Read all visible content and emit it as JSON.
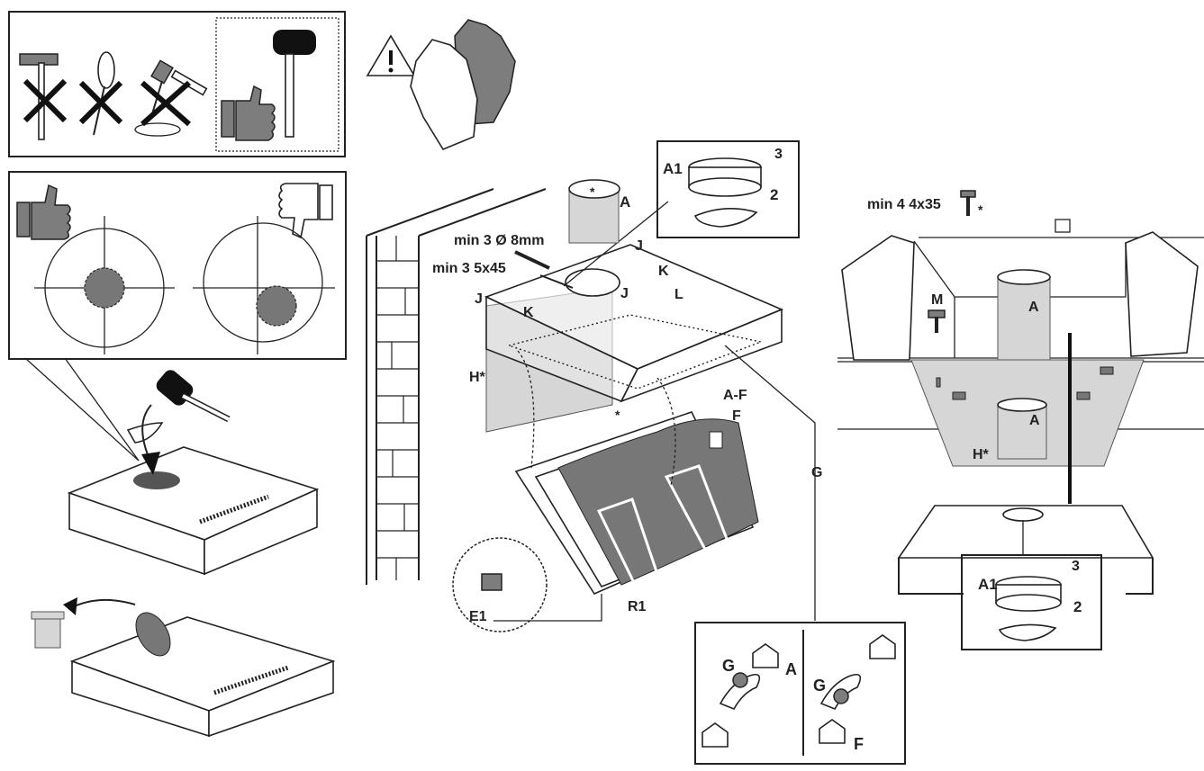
{
  "labels": {
    "A": "A",
    "A1": "A1",
    "n2": "2",
    "n3": "3",
    "J": "J",
    "K": "K",
    "L": "L",
    "M": "M",
    "H": "H*",
    "AF": "A-F",
    "F": "F",
    "G": "G",
    "R1": "R1",
    "E1": "E1",
    "star": "*"
  },
  "specs": {
    "anchor": "min 3 Ø 8mm",
    "screw": "min 3 5x45",
    "ceiling_screw": "min 4 4x35"
  },
  "icons": [
    "hammer-icon",
    "screwdriver-icon",
    "drill-icon",
    "mallet-icon",
    "thumbs-up-icon",
    "thumbs-down-icon",
    "warning-icon",
    "gloves-icon",
    "trash-bin-icon"
  ]
}
